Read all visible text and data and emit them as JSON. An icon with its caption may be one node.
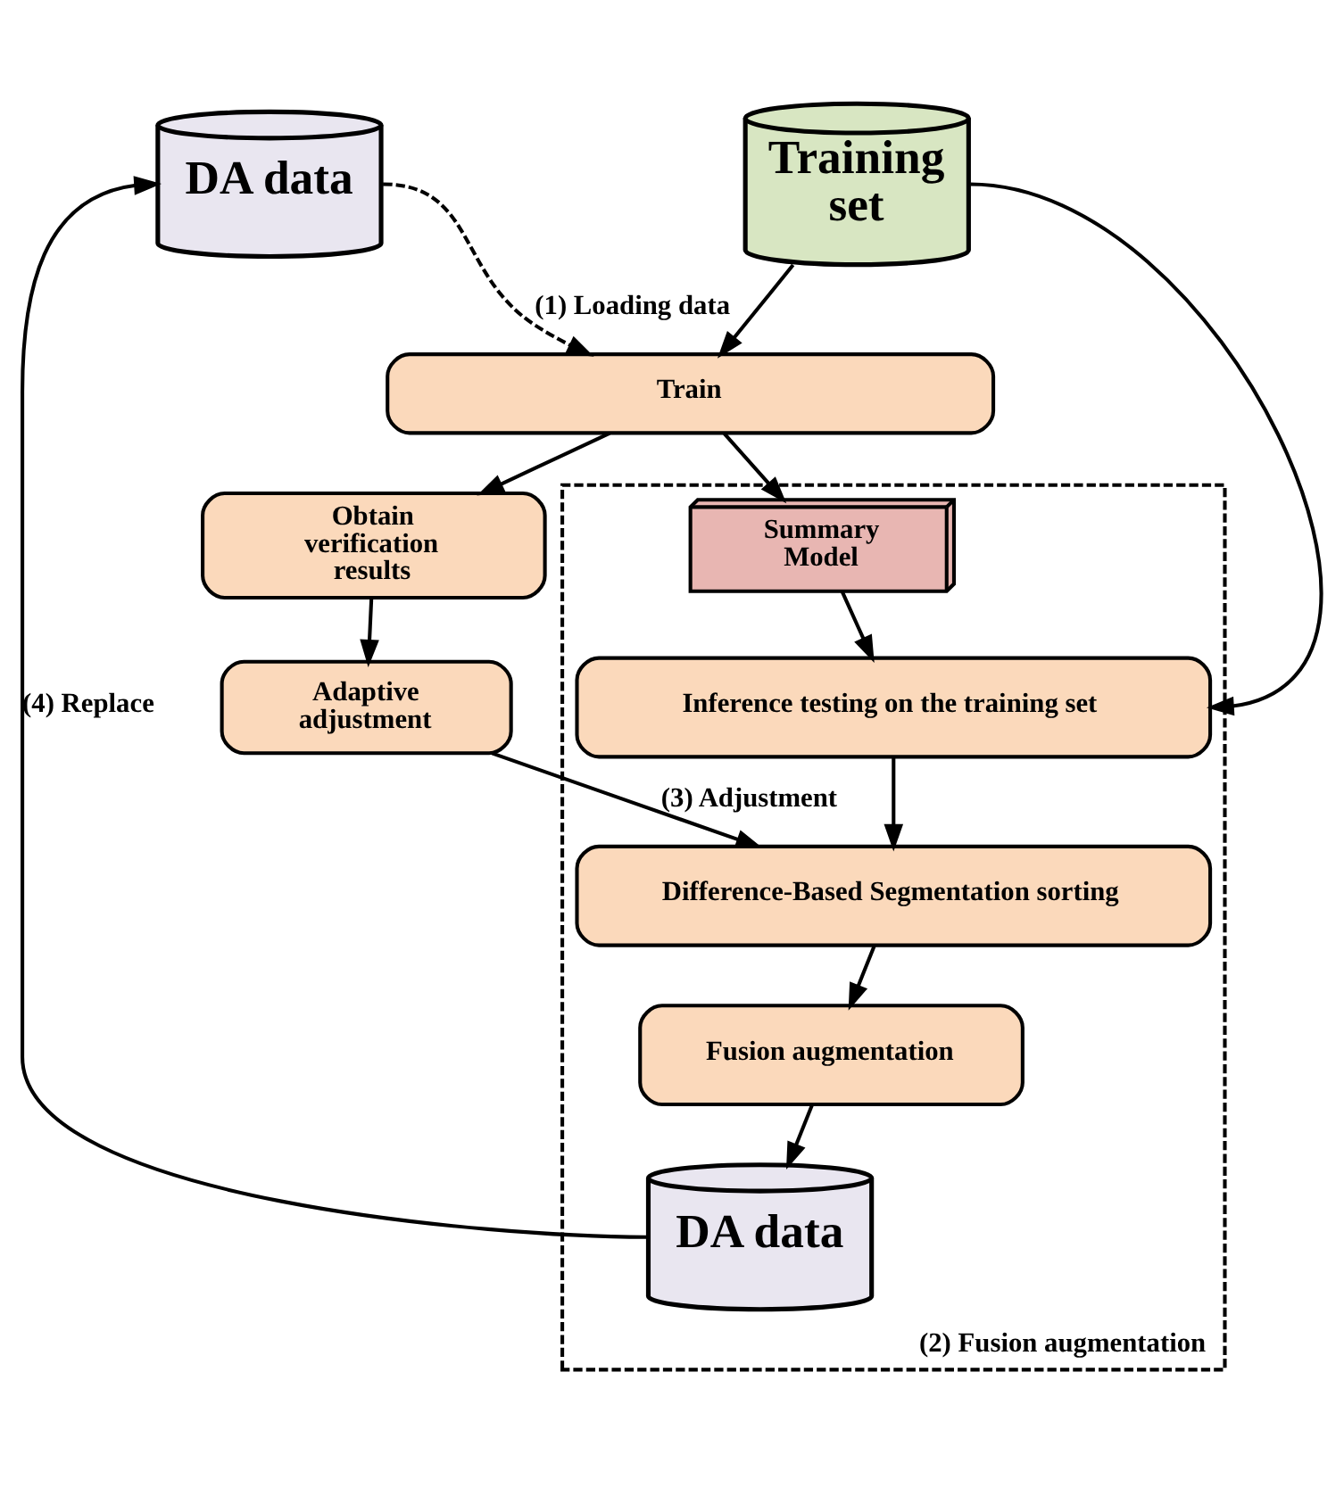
{
  "diagram": {
    "nodes": [
      {
        "text": [
          "DA data"
        ]
      },
      {
        "text": [
          "Training set"
        ]
      },
      {
        "text": [
          "Train"
        ]
      },
      {
        "text": [
          "Obtain verification results"
        ]
      },
      {
        "text": [
          "Adaptive adjustment"
        ]
      },
      {
        "text": [
          "(2) Fusion augmentation"
        ]
      },
      {
        "text": [
          "Summary Model"
        ],
        "in": 5
      },
      {
        "text": [
          "Inference testing on the training set"
        ],
        "in": 5
      },
      {
        "text": [
          "Difference-Based Segmentation sorting"
        ],
        "in": 5
      },
      {
        "text": [
          "Fusion augmentation"
        ],
        "in": 5
      },
      {
        "text": [
          "DA data"
        ],
        "in": 5
      }
    ],
    "edges": [
      {
        "from": 0,
        "to": 2,
        "arrow": "to",
        "style": "dashed",
        "label": "(1) Loading data"
      },
      {
        "from": 1,
        "to": 2,
        "arrow": "to"
      },
      {
        "from": 2,
        "to": 3,
        "arrow": "to"
      },
      {
        "from": 3,
        "to": 4,
        "arrow": "to"
      },
      {
        "from": 2,
        "to": 6,
        "arrow": "to"
      },
      {
        "from": 6,
        "to": 7,
        "arrow": "to"
      },
      {
        "from": 1,
        "to": 7,
        "arrow": "to"
      },
      {
        "from": 7,
        "to": 8,
        "arrow": "to"
      },
      {
        "from": 4,
        "to": 8,
        "arrow": "to",
        "label": "(3) Adjustment"
      },
      {
        "from": 8,
        "to": 9,
        "arrow": "to"
      },
      {
        "from": 9,
        "to": 10,
        "arrow": "to"
      },
      {
        "from": 10,
        "to": 0,
        "arrow": "to",
        "label": "(4) Replace"
      }
    ]
  }
}
